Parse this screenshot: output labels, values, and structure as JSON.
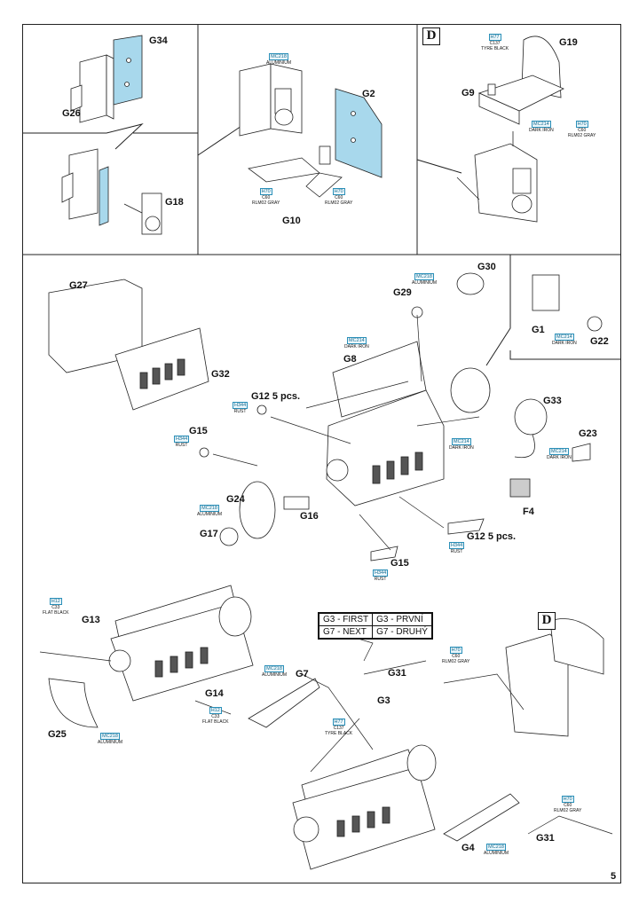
{
  "page": {
    "number": "5"
  },
  "step_marker": "D",
  "legend": [
    [
      "G3 - FIRST",
      "G3 - PRVNÍ"
    ],
    [
      "G7 - NEXT",
      "G7 - DRUHÝ"
    ]
  ],
  "parts": {
    "g34": "G34",
    "g26": "G26",
    "g18": "G18",
    "g2": "G2",
    "g10": "G10",
    "g19": "G19",
    "g9": "G9",
    "g27": "G27",
    "g30": "G30",
    "g29": "G29",
    "g32": "G32",
    "g8": "G8",
    "g1": "G1",
    "g22": "G22",
    "g12_top": "G12 5 pcs.",
    "g15_left": "G15",
    "g33": "G33",
    "g23": "G23",
    "g24": "G24",
    "g16": "G16",
    "g17": "G17",
    "f4": "F4",
    "g12_bottom": "G12 5 pcs.",
    "g15_bottom": "G15",
    "g13": "G13",
    "g14": "G14",
    "g25": "G25",
    "g7": "G7",
    "g31_top": "G31",
    "g3": "G3",
    "g4": "G4",
    "g31_bottom": "G31"
  },
  "paints": {
    "p1": {
      "codes": [
        "MC218"
      ],
      "text": [
        "ALUMINIUM"
      ]
    },
    "p2": {
      "codes": [
        "H70",
        "C60"
      ],
      "text": [
        "RLM02 GRAY"
      ]
    },
    "p3": {
      "codes": [
        "H70",
        "C60"
      ],
      "text": [
        "RLM02 GRAY"
      ]
    },
    "p4": {
      "codes": [
        "H77",
        "C137"
      ],
      "text": [
        "TYRE BLACK"
      ]
    },
    "p5": {
      "codes": [
        "MC214"
      ],
      "text": [
        "DARK IRON"
      ]
    },
    "p6": {
      "codes": [
        "H70",
        "C60"
      ],
      "text": [
        "RLM02 GRAY"
      ]
    },
    "p7": {
      "codes": [
        "MC218"
      ],
      "text": [
        "ALUMINIUM"
      ]
    },
    "p8": {
      "codes": [
        "MC214"
      ],
      "text": [
        "DARK IRON"
      ]
    },
    "p9": {
      "codes": [
        "MC214"
      ],
      "text": [
        "DARK IRON"
      ]
    },
    "p10": {
      "codes": [
        "H344"
      ],
      "text": [
        "RUST"
      ]
    },
    "p11": {
      "codes": [
        "H344"
      ],
      "text": [
        "RUST"
      ]
    },
    "p12": {
      "codes": [
        "MC214"
      ],
      "text": [
        "DARK IRON"
      ]
    },
    "p13": {
      "codes": [
        "MC214"
      ],
      "text": [
        "DARK IRON"
      ]
    },
    "p14": {
      "codes": [
        "MC218"
      ],
      "text": [
        "ALUMINIUM"
      ]
    },
    "p15": {
      "codes": [
        "H344"
      ],
      "text": [
        "RUST"
      ]
    },
    "p16": {
      "codes": [
        "H344"
      ],
      "text": [
        "RUST"
      ]
    },
    "p17": {
      "codes": [
        "H12",
        "C33"
      ],
      "text": [
        "FLAT BLACK"
      ]
    },
    "p18": {
      "codes": [
        "MC218"
      ],
      "text": [
        "ALUMINIUM"
      ]
    },
    "p19": {
      "codes": [
        "H12",
        "C33"
      ],
      "text": [
        "FLAT BLACK"
      ]
    },
    "p20": {
      "codes": [
        "MC218"
      ],
      "text": [
        "ALUMINIUM"
      ]
    },
    "p21": {
      "codes": [
        "H70",
        "C60"
      ],
      "text": [
        "RLM02 GRAY"
      ]
    },
    "p22": {
      "codes": [
        "H77",
        "C137"
      ],
      "text": [
        "TYRE BLACK"
      ]
    },
    "p23": {
      "codes": [
        "H70",
        "C60"
      ],
      "text": [
        "RLM02 GRAY"
      ]
    },
    "p24": {
      "codes": [
        "MC218"
      ],
      "text": [
        "ALUMINIUM"
      ]
    }
  },
  "colors": {
    "highlight": "#a8d8ec",
    "line": "#222222",
    "paint_box": "#2a8fb8"
  }
}
